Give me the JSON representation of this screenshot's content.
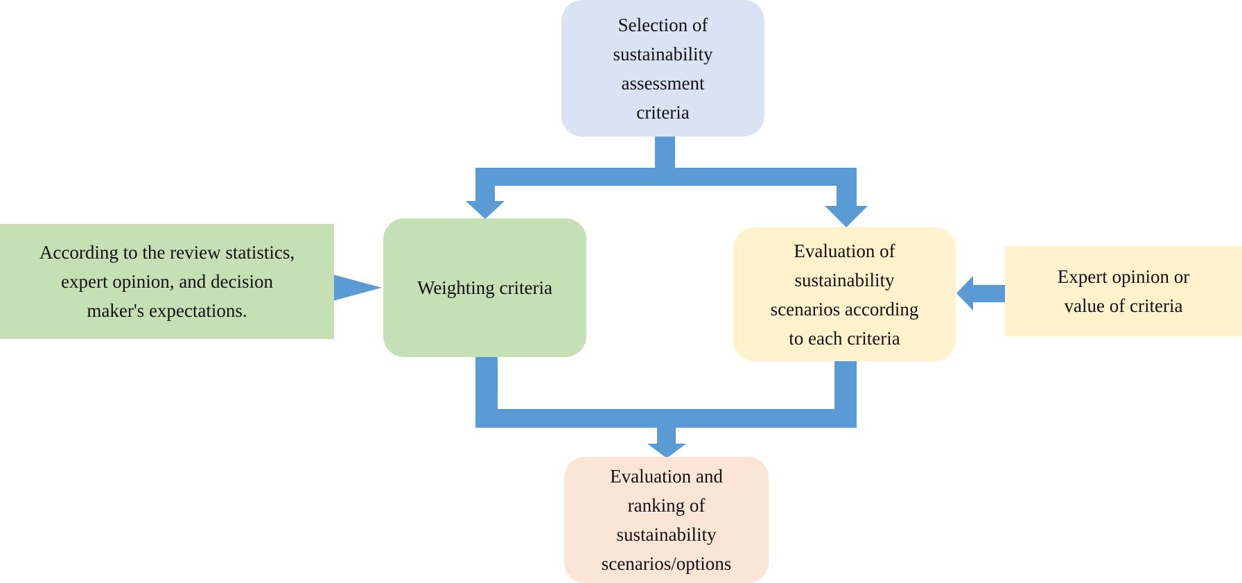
{
  "colors": {
    "arrow": "#5b9bd5",
    "selection_box": "#dae3f3",
    "weighting_box": "#c5e0b4",
    "evaluation_box": "#fff2cc",
    "ranking_box": "#fbe5d6",
    "source_green": "#c5e0b4",
    "source_yellow": "#fff2cc"
  },
  "nodes": {
    "selection": {
      "lines": [
        "Selection of",
        "sustainability",
        "assessment",
        "criteria"
      ]
    },
    "weighting": {
      "lines": [
        "Weighting criteria"
      ]
    },
    "evaluation": {
      "lines": [
        "Evaluation of",
        "sustainability",
        "scenarios according",
        "to each criteria"
      ]
    },
    "ranking": {
      "lines": [
        "Evaluation and",
        "ranking of",
        "sustainability",
        "scenarios/options"
      ]
    },
    "review_source": {
      "lines": [
        "According to the review statistics,",
        "expert opinion, and decision",
        "maker's expectations."
      ]
    },
    "expert_source": {
      "lines": [
        "Expert opinion or",
        "value of criteria"
      ]
    }
  }
}
